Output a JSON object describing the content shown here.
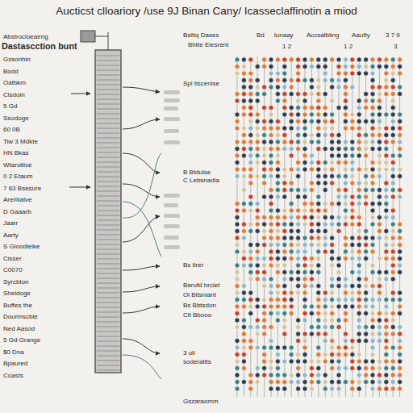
{
  "diagram": {
    "title": "Aucticst clloariory /use 9J Binan Cany/ Icasseclaffinotin a miod",
    "labels": [
      "Abstrocloeairng",
      "Dastascction bunt",
      "Gssonhin",
      "Bodd",
      "Oatbkm",
      "Clsdoin",
      "5 Gd",
      "Ssodoge",
      "60 0B",
      "Tiw 3 Mdkte",
      "HN Bkas",
      "Wtaroltive",
      "0 2 Etaum",
      "7 63 Bsesure",
      "Arerliiatve",
      "D Gaaarb",
      "Jaarr",
      "Aarty",
      "S Gloodleike",
      "Cisser",
      "C0070",
      "Syrcbton",
      "Sheldoge",
      "Buffes the",
      "Dourmscble",
      "Ned Aasod",
      "5 Gd Grange",
      "$0 Dna",
      "Bpaured",
      "Coasts",
      "Bsitiq Dases",
      "Bhtte Eiesrent",
      "Spl tiscenise",
      "B Btdulse",
      "C Lebsnadia",
      "Bs itrer",
      "Barufd hrciet",
      "Ol Btlsniant",
      "Bs Bbtsdon",
      "Ctl Bbooo",
      "3 oll",
      "soderatlts",
      "Gszaraomm",
      "Bd",
      "lunaay",
      "Accsalbling",
      "Aaufty",
      "3 7 9",
      "1 2",
      "1 2",
      "3"
    ]
  }
}
